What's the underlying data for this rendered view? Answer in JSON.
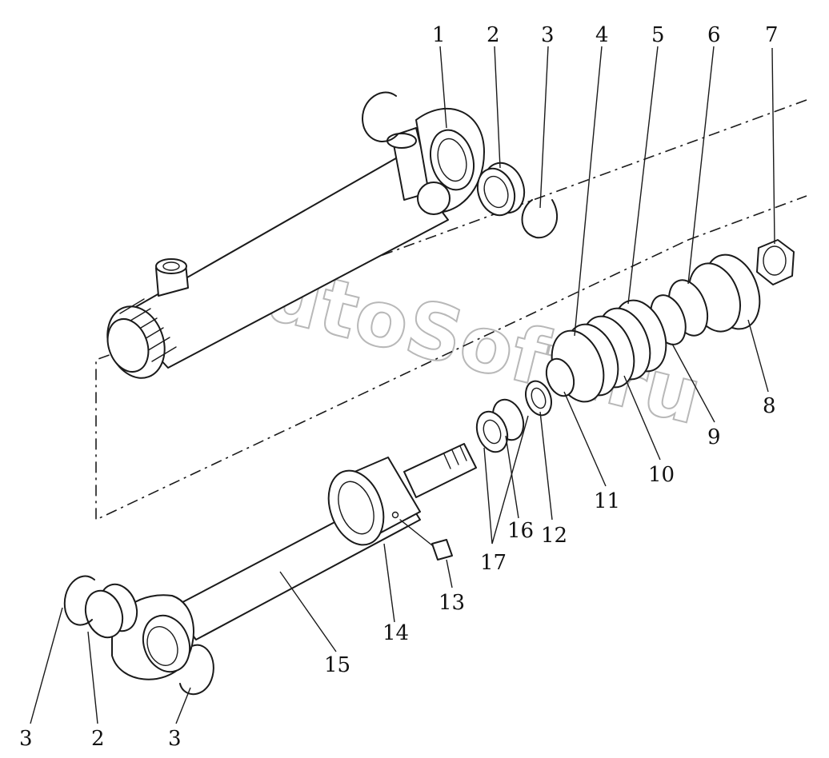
{
  "watermark": "AutoSoft.ru",
  "callouts": {
    "c1": "1",
    "c2": "2",
    "c3": "3",
    "c4": "4",
    "c5": "5",
    "c6": "6",
    "c7": "7",
    "c8": "8",
    "c9": "9",
    "c10": "10",
    "c11": "11",
    "c12": "12",
    "c13": "13",
    "c14": "14",
    "c15": "15",
    "c16": "16",
    "c17": "17",
    "c2b": "2",
    "c3b": "3",
    "c3c": "3"
  }
}
